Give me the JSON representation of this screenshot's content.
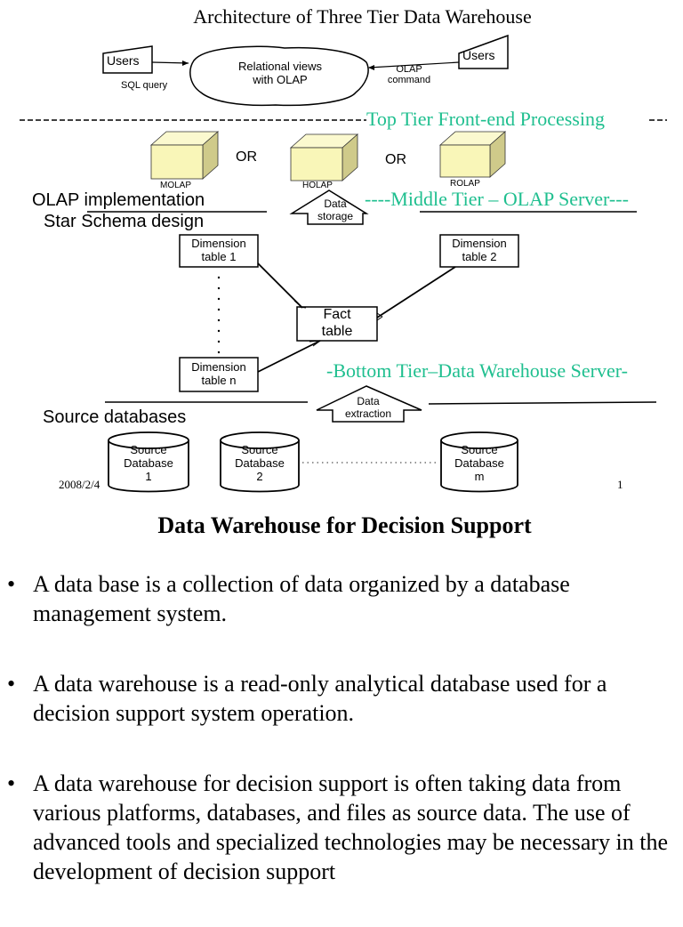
{
  "slide": {
    "title": "Architecture of Three Tier Data Warehouse",
    "top_tier": {
      "label": "Top Tier Front-end Processing",
      "users_left": "Users",
      "users_right": "Users",
      "cloud_line1": "Relational views",
      "cloud_line2": "with OLAP",
      "sql_query": "SQL query",
      "olap_command_line1": "OLAP",
      "olap_command_line2": "command"
    },
    "middle_tier": {
      "label": "----Middle Tier – OLAP Server---",
      "cubes": [
        {
          "label": "MOLAP"
        },
        {
          "label": "HOLAP"
        },
        {
          "label": "ROLAP"
        }
      ],
      "or_label": "OR",
      "olap_implementation": "OLAP implementation",
      "star_schema": "Star Schema design",
      "data_storage_line1": "Data",
      "data_storage_line2": "storage"
    },
    "star_schema": {
      "dim1_line1": "Dimension",
      "dim1_line2": "table 1",
      "dim2_line1": "Dimension",
      "dim2_line2": "table 2",
      "dimn_line1": "Dimension",
      "dimn_line2": "table n",
      "fact_line1": "Fact",
      "fact_line2": "table"
    },
    "bottom_tier": {
      "label": "-Bottom Tier–Data Warehouse Server-",
      "data_extraction_line1": "Data",
      "data_extraction_line2": "extraction",
      "source_databases": "Source databases",
      "databases": [
        {
          "line1": "Source",
          "line2": "Database",
          "line3": "1"
        },
        {
          "line1": "Source",
          "line2": "Database",
          "line3": "2"
        },
        {
          "line1": "Source",
          "line2": "Database",
          "line3": "m"
        }
      ]
    },
    "footer_date": "2008/2/4",
    "page_number": "1"
  },
  "document": {
    "title": "Data Warehouse for Decision Support",
    "bullet_glyph": "•",
    "bullets": [
      "A data base is a collection of data organized by a database management system.",
      "A data warehouse is a read-only analytical database used for a decision support system operation.",
      "A data warehouse for decision support is often taking data from various platforms, databases, and files as source data. The use of advanced tools and specialized technologies may be necessary in the development of decision support"
    ]
  },
  "colors": {
    "tier_label": "#1fbf8f",
    "cube_front": "#f9f6b8",
    "cube_top": "#fbf9cf",
    "cube_side": "#cfca8a"
  }
}
